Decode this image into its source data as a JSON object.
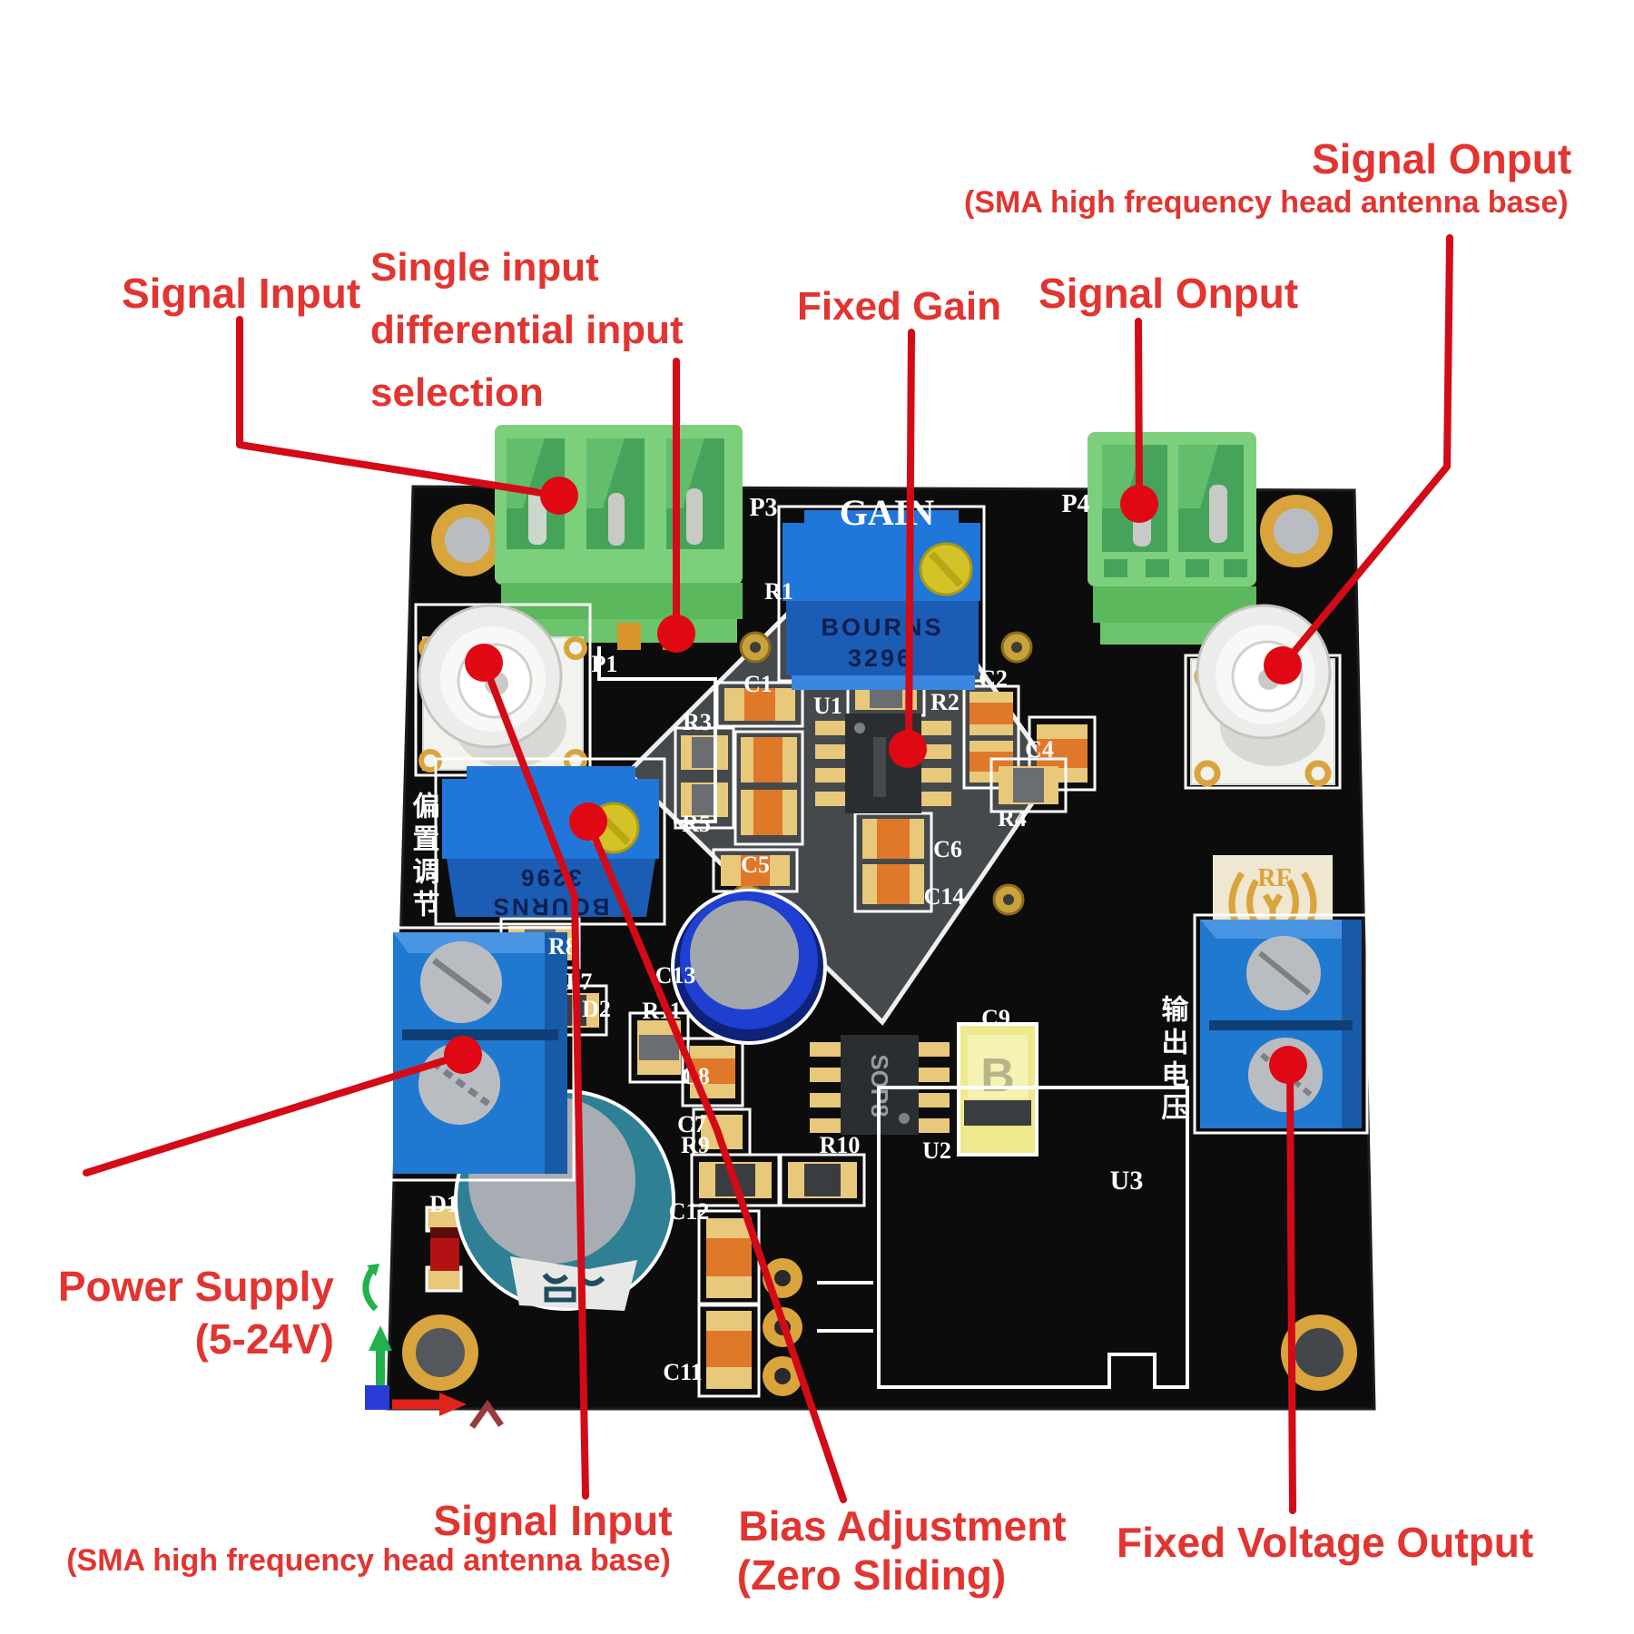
{
  "annotations": {
    "signal_input_tl": {
      "label": "Signal Input"
    },
    "input_selection": {
      "line1": "Single input",
      "line2": "differential input",
      "line3": "selection"
    },
    "fixed_gain": {
      "label": "Fixed Gain"
    },
    "signal_onput_mid": {
      "label": "Signal Onput"
    },
    "signal_onput_tr": {
      "label": "Signal Onput",
      "sub": "(SMA high frequency head antenna base)"
    },
    "power_supply": {
      "line1": "Power Supply",
      "line2": "(5-24V)"
    },
    "signal_input_bl": {
      "label": "Signal Input",
      "sub": "(SMA high frequency head antenna base)"
    },
    "bias_adjustment": {
      "line1": "Bias Adjustment",
      "line2": "(Zero Sliding)"
    },
    "fixed_voltage_output": {
      "label": "Fixed Voltage Output"
    }
  },
  "board": {
    "silkscreen": {
      "gain": "GAIN",
      "p1": "P1",
      "p3": "P3",
      "p4": "P4",
      "p7": "P7",
      "r1": "R1",
      "r2": "R2",
      "r3": "R3",
      "r4": "R4",
      "r5": "R5",
      "r8": "R8",
      "r9": "R9",
      "r10": "R10",
      "r11": "R11",
      "c1": "C1",
      "c2": "C2",
      "c4": "C4",
      "c5": "C5",
      "c6": "C6",
      "c7": "C7",
      "c8": "C8",
      "c9": "C9",
      "c11": "C11",
      "c12": "C12",
      "c13": "C13",
      "c14": "C14",
      "d1": "D1",
      "d2": "D2",
      "u1": "U1",
      "u2": "U2",
      "u3": "U3"
    },
    "markings": {
      "trimmer_brand": "BOURNS",
      "trimmer_model": "3296",
      "u2_chip": "SOP8",
      "rf_logo": "RF",
      "bias_label_cn": "偏置调节",
      "output_label_cn": "输出电压"
    }
  },
  "colors": {
    "annotation_red": "#e23430",
    "callout_line_red": "#d40a16",
    "board_black": "#0d0d0d",
    "connector_green": "#7cd07c",
    "terminal_blue": "#2079d0",
    "trimmer_blue": "#1a6fd6",
    "pad_gold": "#d9a43c"
  }
}
